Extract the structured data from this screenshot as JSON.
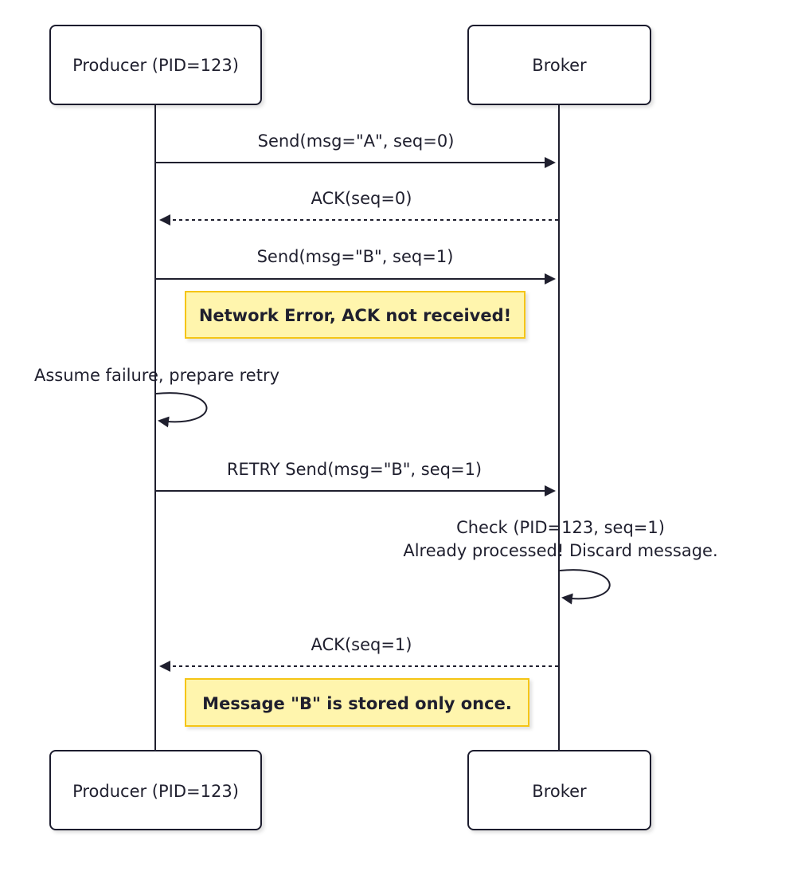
{
  "actors": [
    {
      "id": "producer",
      "label": "Producer (PID=123)"
    },
    {
      "id": "broker",
      "label": "Broker"
    }
  ],
  "messages": [
    {
      "id": "send-a",
      "label": "Send(msg=\"A\", seq=0)",
      "from": "producer",
      "to": "broker",
      "style": "solid"
    },
    {
      "id": "ack-0",
      "label": "ACK(seq=0)",
      "from": "broker",
      "to": "producer",
      "style": "dotted"
    },
    {
      "id": "send-b",
      "label": "Send(msg=\"B\", seq=1)",
      "from": "producer",
      "to": "broker",
      "style": "solid"
    },
    {
      "id": "self-retry",
      "label": "Assume failure, prepare retry",
      "from": "producer",
      "to": "producer",
      "style": "solid"
    },
    {
      "id": "retry-send-b",
      "label": "RETRY Send(msg=\"B\", seq=1)",
      "from": "producer",
      "to": "broker",
      "style": "solid"
    },
    {
      "id": "self-check",
      "line1": "Check (PID=123, seq=1)",
      "line2": "Already processed! Discard message.",
      "from": "broker",
      "to": "broker",
      "style": "solid"
    },
    {
      "id": "ack-1",
      "label": "ACK(seq=1)",
      "from": "broker",
      "to": "producer",
      "style": "dotted"
    }
  ],
  "notes": [
    {
      "id": "network-error",
      "text": "Network Error, ACK not received!"
    },
    {
      "id": "stored-once",
      "text": "Message \"B\" is stored only once."
    }
  ],
  "colors": {
    "line": "#1f1f2e",
    "note_fill": "#fff5ad",
    "note_border": "#f5c518",
    "actor_fill": "#ffffff"
  }
}
